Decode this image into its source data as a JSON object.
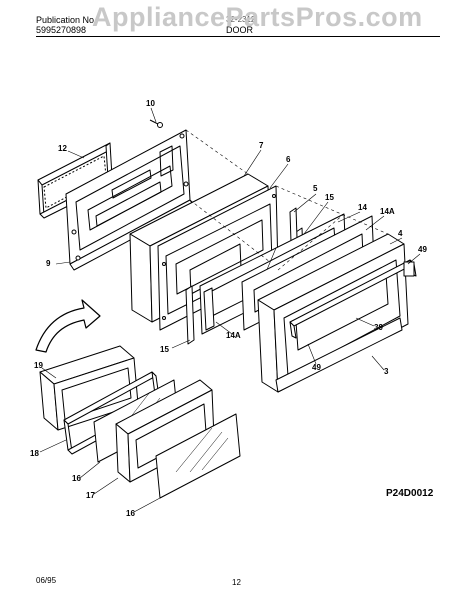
{
  "header": {
    "publication_label": "Publication No.",
    "publication_number": "5995270898",
    "model": "32-2312",
    "section_title": "DOOR"
  },
  "watermark": "AppliancePartsPros.com",
  "callouts": [
    "10",
    "12",
    "7",
    "6",
    "5",
    "15",
    "14",
    "14A",
    "4",
    "49",
    "9",
    "14A",
    "15",
    "39",
    "49",
    "3",
    "19",
    "18",
    "16",
    "17",
    "16"
  ],
  "diagram_id": "P24D0012",
  "footer": {
    "date": "06/95",
    "page": "12"
  }
}
